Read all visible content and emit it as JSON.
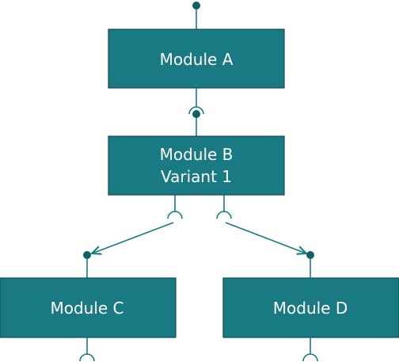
{
  "modules": {
    "a": {
      "label": "Module A"
    },
    "b": {
      "line1": "Module B",
      "line2": "Variant 1"
    },
    "c": {
      "label": "Module C"
    },
    "d": {
      "label": "Module D"
    }
  },
  "colors": {
    "box": "#1a7a84",
    "border": "#0f4e55",
    "connector": "#1a7a84",
    "dot": "#0f5f68"
  }
}
